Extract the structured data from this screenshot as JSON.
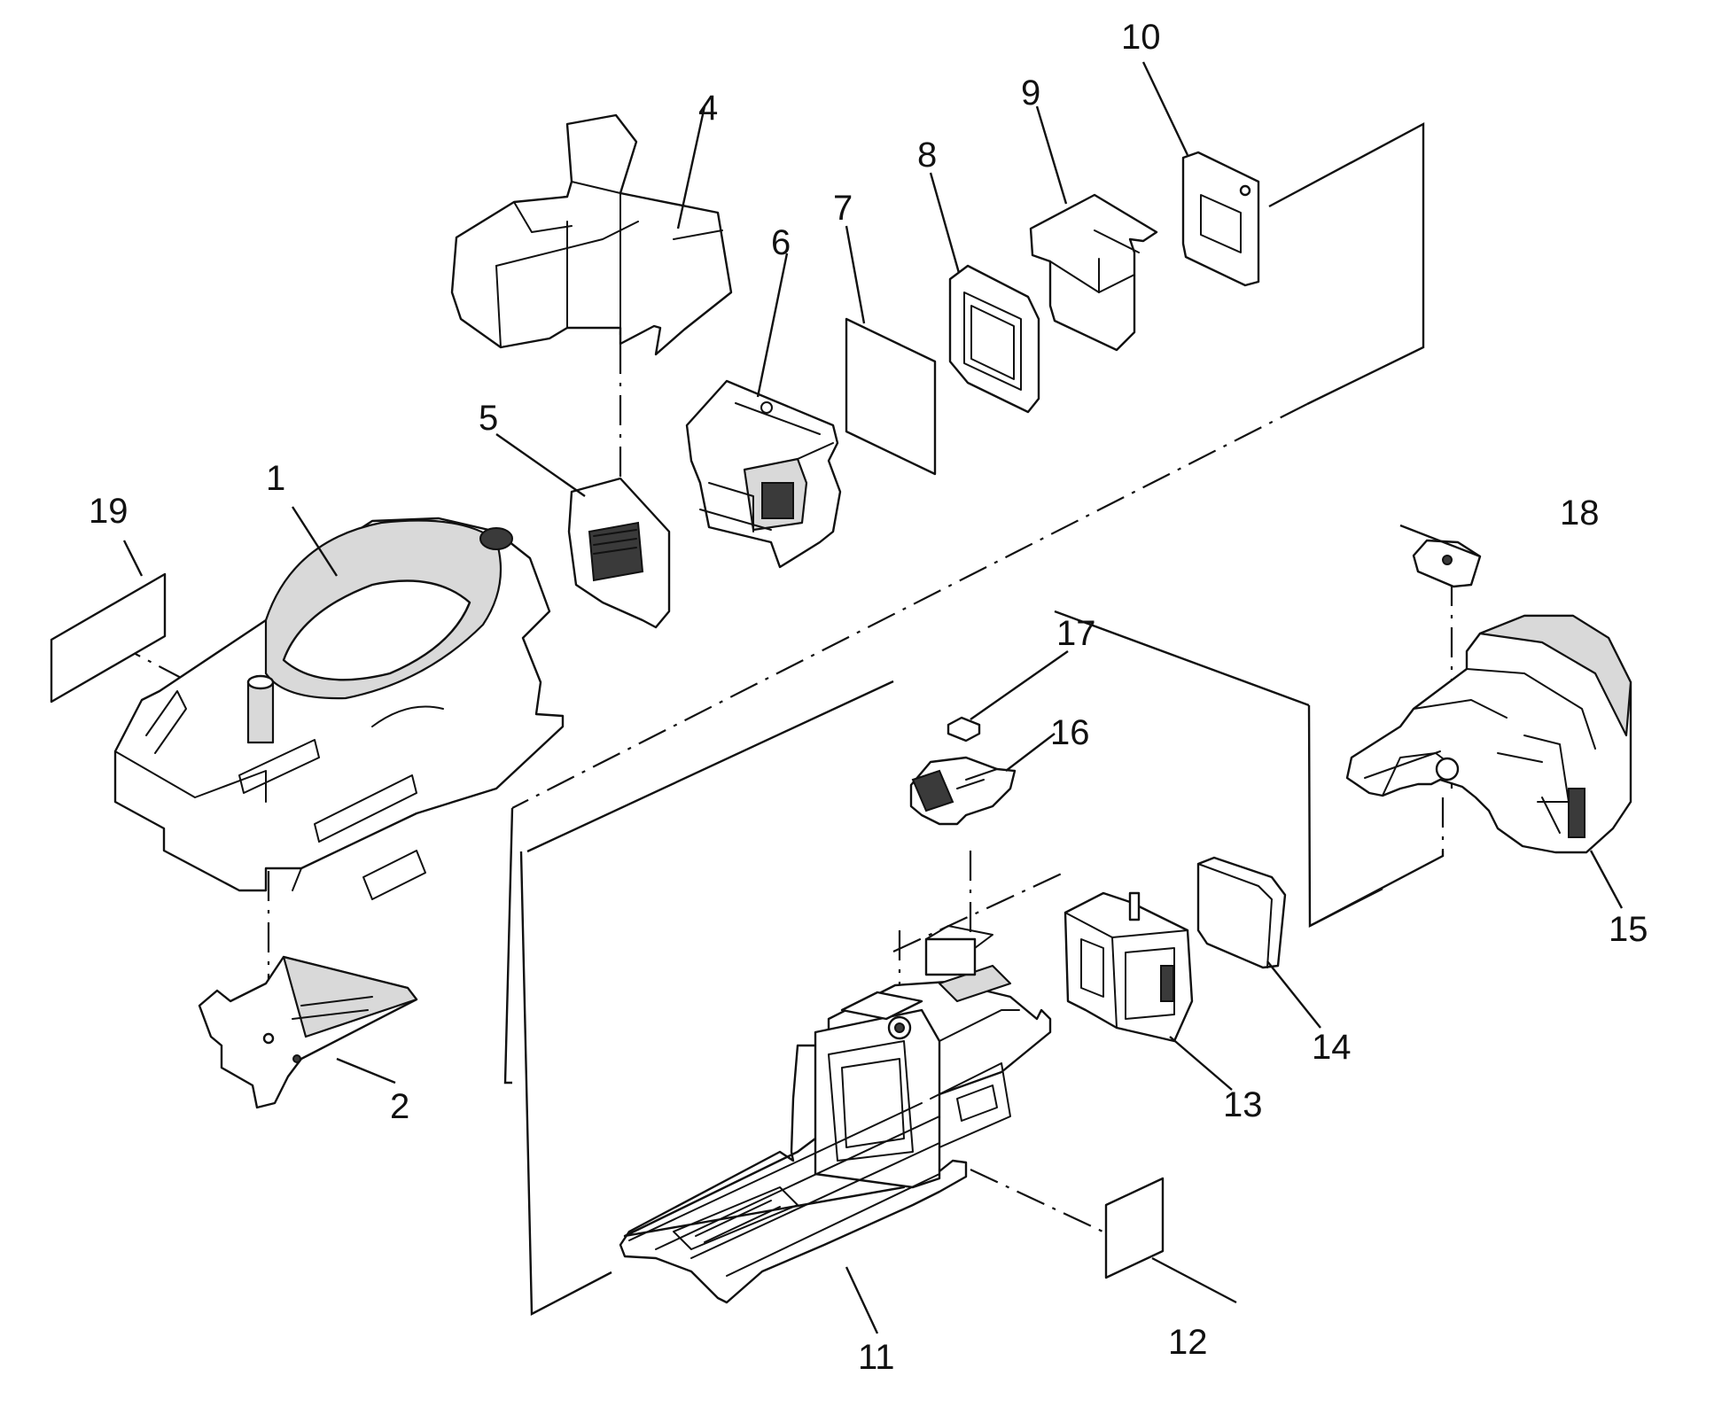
{
  "callouts": {
    "c1": "1",
    "c2": "2",
    "c4": "4",
    "c5": "5",
    "c6": "6",
    "c7": "7",
    "c8": "8",
    "c9": "9",
    "c10": "10",
    "c11": "11",
    "c12": "12",
    "c13": "13",
    "c14": "14",
    "c15": "15",
    "c16": "16",
    "c17": "17",
    "c18": "18",
    "c19": "19"
  }
}
